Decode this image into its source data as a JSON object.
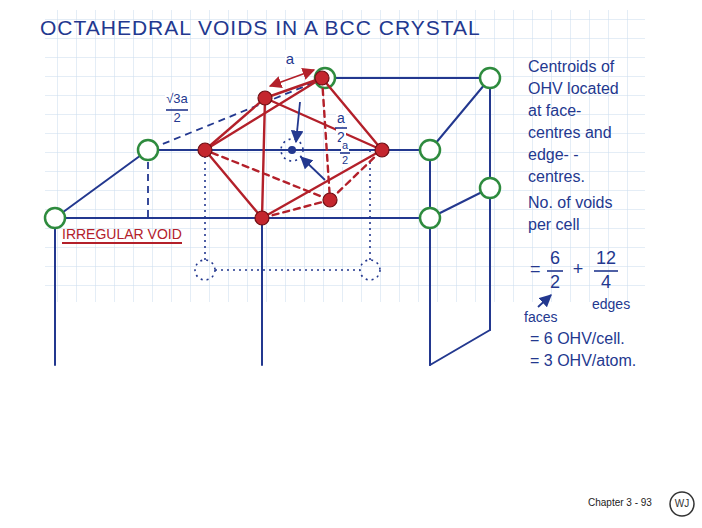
{
  "diagram": {
    "title": "OCTAHEDRAL VOIDS IN A BCC CRYSTAL",
    "labels": [
      "a",
      "√3a",
      "2",
      "a",
      "2",
      "a",
      "2",
      "IRREGULAR VOID",
      "Centroids of OHV located at face-centres and edge- -centres.",
      "No. of voids per cell",
      "=",
      "6",
      "2",
      "+",
      "12",
      "4",
      "faces",
      "edges",
      "= 6 OHV/cell.",
      "= 3 OHV/atom.",
      "Chapter 3 - 93",
      "WJ"
    ]
  }
}
